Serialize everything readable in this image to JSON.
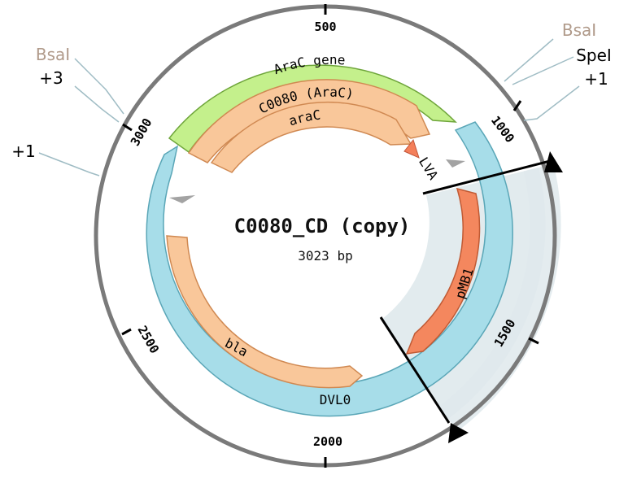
{
  "plasmid": {
    "name": "C0080_CD (copy)",
    "length_label": "3023 bp"
  },
  "ticks": [
    "500",
    "1000",
    "1500",
    "2000",
    "2500",
    "3000"
  ],
  "sites": [
    {
      "name": "BsaI",
      "color": "#b09a8a"
    },
    {
      "name": "SpeI",
      "color": "#000000"
    },
    {
      "name": "+1",
      "color": "#000000"
    },
    {
      "name": "BsaI",
      "color": "#b09a8a"
    },
    {
      "name": "+3",
      "color": "#000000"
    },
    {
      "name": "+1",
      "color": "#000000"
    }
  ],
  "features": [
    {
      "label": "AraC gene",
      "color": "#c4f08c"
    },
    {
      "label": "C0080 (AraC)",
      "color": "#f9c79a"
    },
    {
      "label": "araC",
      "color": "#f9c79a"
    },
    {
      "label": "LVA",
      "color": "#f47f5a"
    },
    {
      "label": "pMB1",
      "color": "#f4875e"
    },
    {
      "label": "bla",
      "color": "#f9c79a"
    },
    {
      "label": "DVL0",
      "color": "#a7dde9"
    }
  ],
  "colors": {
    "backbone": "#7a7a7a",
    "selection_fill": "#dfe9ec",
    "leader": "#9fbcc4"
  }
}
